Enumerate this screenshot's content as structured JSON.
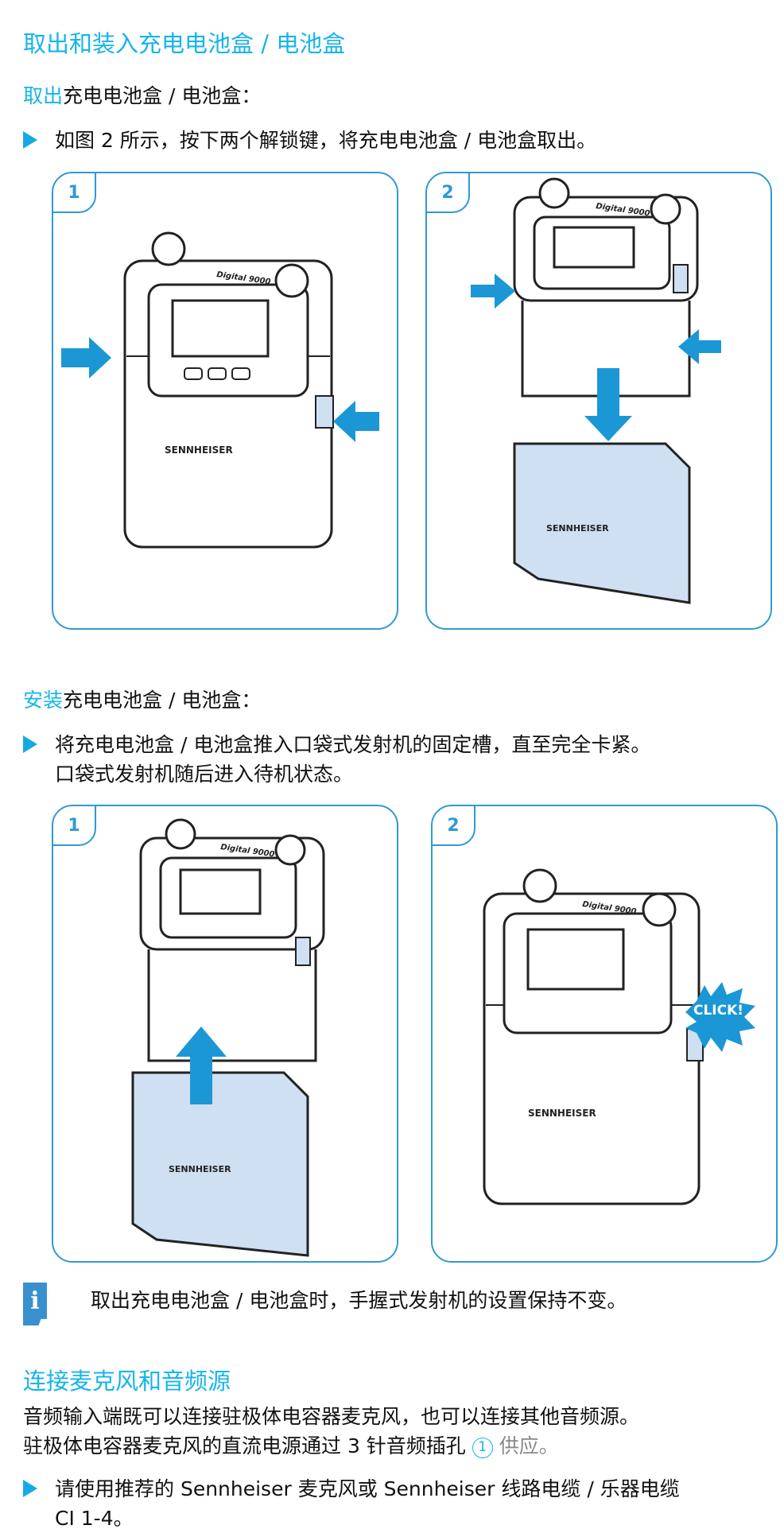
{
  "title": "取出和装入充电电池盒 / 电池盒",
  "remove": {
    "heading_accent": "取出",
    "heading_rest": "充电电池盒 / 电池盒：",
    "step": "如图 2 所示，按下两个解锁键，将充电电池盒 / 电池盒取出。",
    "figures": [
      {
        "number": "1"
      },
      {
        "number": "2"
      }
    ]
  },
  "install": {
    "heading_accent": "安装",
    "heading_rest": "充电电池盒 / 电池盒：",
    "step_line1": "将充电电池盒 / 电池盒推入口袋式发射机的固定槽，直至完全卡紧。",
    "step_line2": "口袋式发射机随后进入待机状态。",
    "figures": [
      {
        "number": "1"
      },
      {
        "number": "2",
        "callout": "CLICK!"
      }
    ]
  },
  "device_labels": {
    "brand": "SENNHEISER",
    "model": "Digital 9000"
  },
  "note": {
    "icon": "info-icon",
    "text": "取出充电电池盒 / 电池盒时，手握式发射机的设置保持不变。"
  },
  "connect": {
    "title": "连接麦克风和音频源",
    "para_line1": "音频输入端既可以连接驻极体电容器麦克风，也可以连接其他音频源。",
    "para_line2_a": "驻极体电容器麦克风的直流电源通过 3 针音频插孔",
    "para_ref": "1",
    "para_line2_b": "供应。",
    "step_line1": "请使用推荐的 Sennheiser 麦克风或 Sennheiser 线路电缆 / 乐器电缆",
    "step_line2": "CI 1-4。"
  },
  "colors": {
    "accent": "#16b4ea",
    "panel_border": "#2e9ad6",
    "battery_fill": "#cfe0f3",
    "arrow": "#1c97d6"
  }
}
